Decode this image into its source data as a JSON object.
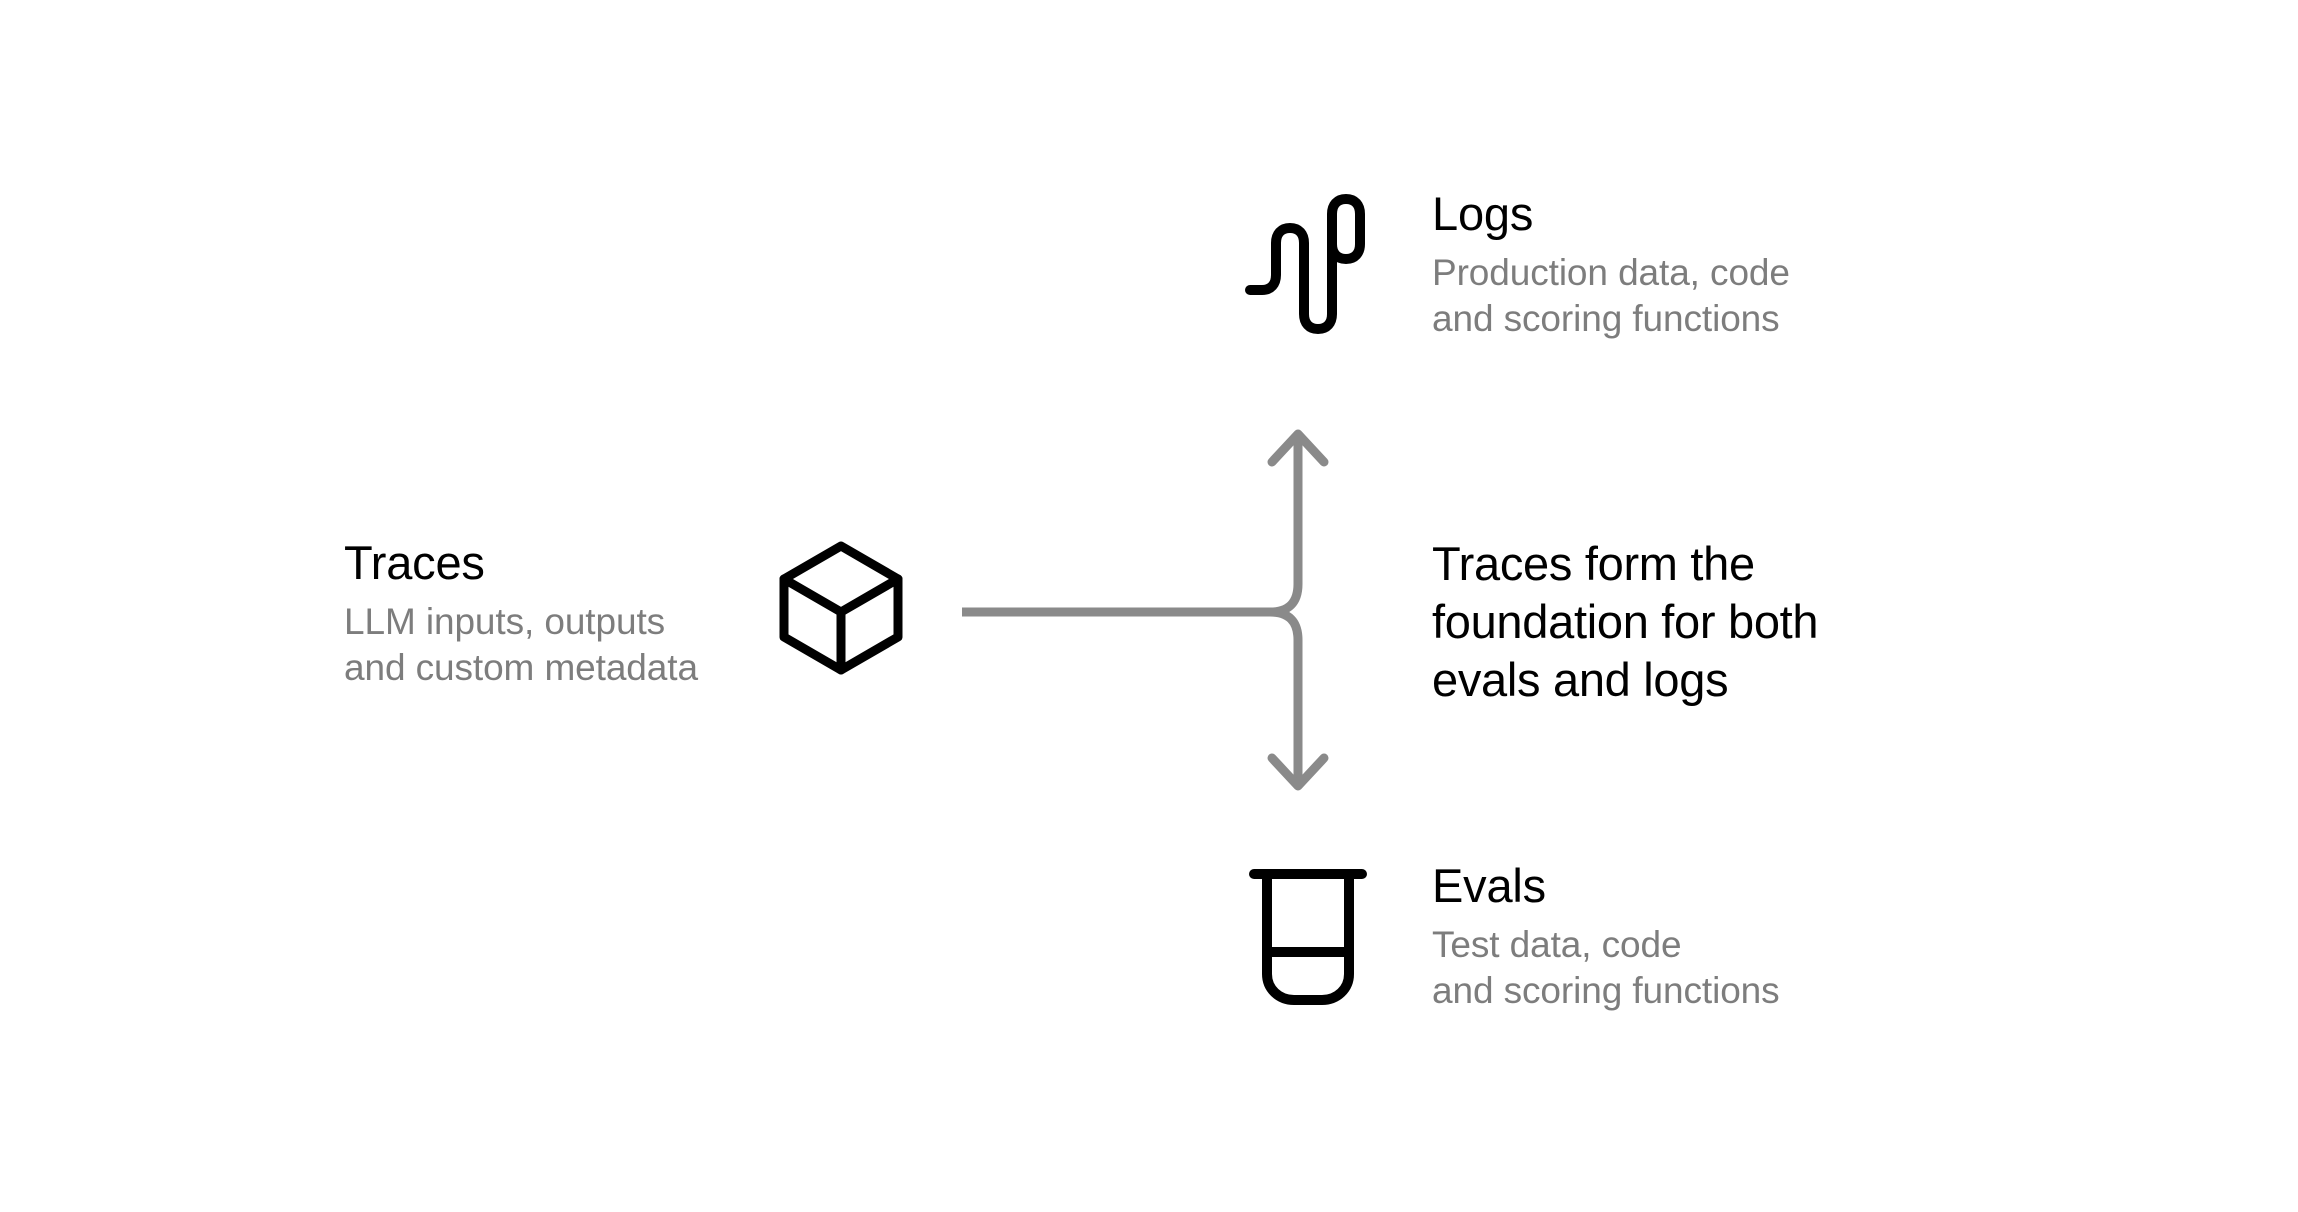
{
  "diagram": {
    "title": "Traces form the foundation for both evals and logs",
    "background_color": "#ffffff",
    "text_color": "#000000",
    "muted_text_color": "#7d7d7d",
    "connector_color": "#8a8a8a",
    "icon_color": "#000000"
  },
  "nodes": {
    "traces": {
      "label": "Traces",
      "description_line1": "LLM inputs, outputs",
      "description_line2": "and custom metadata",
      "icon": "cube-icon"
    },
    "logs": {
      "label": "Logs",
      "description_line1": "Production data, code",
      "description_line2": "and scoring functions",
      "icon": "waveform-icon"
    },
    "evals": {
      "label": "Evals",
      "description_line1": "Test data, code",
      "description_line2": "and scoring functions",
      "icon": "beaker-icon"
    }
  },
  "caption": {
    "line1": "Traces form the",
    "line2": "foundation for both",
    "line3": "evals and logs"
  },
  "connector": {
    "type": "branching-arrow",
    "from": "traces",
    "to": [
      "logs",
      "evals"
    ],
    "arrowheads": [
      "up",
      "down"
    ]
  }
}
